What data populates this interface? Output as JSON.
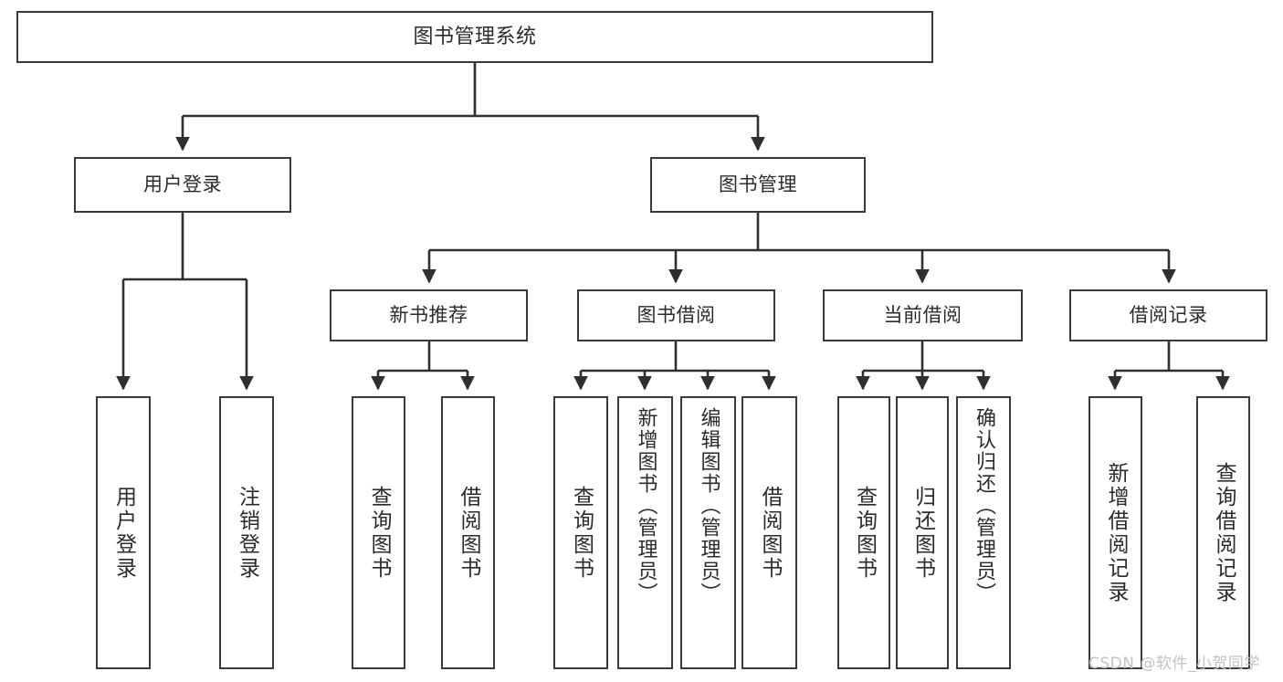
{
  "diagram": {
    "title": "图书管理系统",
    "type": "tree-hierarchy",
    "watermark": "CSDN @软件_小贺同学",
    "colors": {
      "box_border": "#3a3a3a",
      "box_fill": "#ffffff",
      "edge": "#2f2f2f",
      "text": "#2b2b2b",
      "watermark": "#c2c2c2",
      "background": "#ffffff"
    },
    "nodes": {
      "root": {
        "label": "图书管理系统"
      },
      "level1": [
        {
          "label": "用户登录"
        },
        {
          "label": "图书管理"
        }
      ],
      "level2": [
        {
          "label": "新书推荐"
        },
        {
          "label": "图书借阅"
        },
        {
          "label": "当前借阅"
        },
        {
          "label": "借阅记录"
        }
      ],
      "leaves": {
        "user_login": [
          {
            "label": "用户登录"
          },
          {
            "label": "注销登录"
          }
        ],
        "new_book": [
          {
            "label": "查询图书"
          },
          {
            "label": "借阅图书"
          }
        ],
        "book_borrow": [
          {
            "label": "查询图书"
          },
          {
            "label": "新增图书（管理员）"
          },
          {
            "label": "编辑图书（管理员）"
          },
          {
            "label": "借阅图书"
          }
        ],
        "current_borrow": [
          {
            "label": "查询图书"
          },
          {
            "label": "归还图书"
          },
          {
            "label": "确认归还（管理员）"
          }
        ],
        "borrow_record": [
          {
            "label": "新增借阅记录"
          },
          {
            "label": "查询借阅记录"
          }
        ]
      }
    }
  }
}
